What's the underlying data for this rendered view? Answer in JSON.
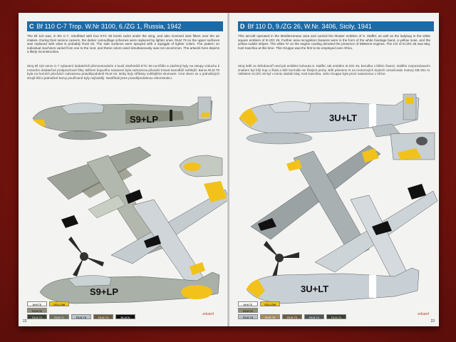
{
  "left_page": {
    "letter": "C",
    "title": "Bf 110 C-7 Trop. W.Nr 3100, 6./ZG 1, Russia, 1942",
    "text_en": "The Bf 110 was, in the C-7, retrofitted with four ETC 50 bomb racks under the wing, and also received dust filters over the air intakes. During their service careers, the darker camouflage schemes were replaced by lighter ones. RLM 79 on the upper surfaces was replaced with what is probably RLM 02. The side surfaces were sprayed with a squiggle of lighter colors. The pattern on individual machines varied from one to the next, and these colors used simultaneously was not uncommon. The artwork here depicts a likely reconstruction.",
    "text_cz": "Stroj Bf 110 verze C-7 vybavení dodatečně přemontováním 4 kusů závěsníků ETC 50 na křídlo a závěsný byly na vstupy vzduchu k motorům dodatečné protiprachové filtry. Během bojového nasazení byla nahrazena původní tmavá kamufláž světlejší. Barva RLM 79 byla na horních plochách nahrazena pravděpodobně RLM 02. Boky byly stříkány světlejšími skvrnami. Vzor skvrn se u jednotlivých strojů lišil a jednotlivé barvy používané byly nejčastěji. Nastříkali jsme pravděpodobnou rekonstrukci.",
    "page_number": "22",
    "brand": "eduard",
    "aircraft_code_top": "S9+LP",
    "aircraft_code_bottom": "S9+LP",
    "swatches_row1": [
      "WHITE",
      "YELLOW",
      "",
      "",
      ""
    ],
    "swatches_row2": [
      "RLM 02",
      "",
      "",
      "",
      ""
    ],
    "swatches_row3": [
      "RLM 70",
      "RLM 71",
      "RLM 76",
      "RLM 79",
      "BLACK"
    ]
  },
  "right_page": {
    "letter": "D",
    "title": "Bf 110 D, 9./ZG 26, W.Nr. 3406, Sicily, 1941",
    "text_en": "This aircraft operated in the Mediterranean area and carried the theater emblem of 9. Staffel, as well as the ladybug in the white square emblem of III./ZG 26. Further area recognition features were in the form of the white fuselage band, a yellow nose, and the yellow rudder stripes. The white 'N' on the engine cowling denoted the presence of DB601N engines. The CO of III./ZG 26 was Maj. Karl Kaschka at this time. This Gruppe was the first to be employed over Africa.",
    "text_cz": "Stroj letěl ve Středomoří nesl jak emblém kohouta 9. Staffel, tak emblém III./ZG 26, beruška v bílém čtverci. Dalším rozpoznávacím znakem byl bílý trup a žlutá a bílé kormidlo se žlutými pruhy. Bílé písmeno N na motorových krytech označovalo motory DB 601 N. Velitelem III./ZG 26 byl v tomto období Maj. Karl Kaschka. Jeho Gruppe byla první nasazenou v Africe.",
    "page_number": "23",
    "brand": "eduard",
    "aircraft_code_top": "3U+LT",
    "aircraft_code_bottom": "3U+LT",
    "swatches_row1": [
      "WHITE",
      "YELLOW",
      "",
      "",
      ""
    ],
    "swatches_row2": [
      "RLM 02",
      "",
      "",
      "",
      ""
    ],
    "swatches_row3": [
      "RLM 76",
      "RLM 78",
      "RLM 79",
      "RLM 74",
      "RLM 70"
    ]
  },
  "colors": {
    "title_bar": "#1d6aa5",
    "background": "#7a1410",
    "rlm71": "#6b705a",
    "rlm02": "#8f8d75",
    "rlm76": "#b8c3c9",
    "rlm70": "#38402f",
    "rlm74": "#4d5557",
    "yellow": "#f2c21b"
  }
}
